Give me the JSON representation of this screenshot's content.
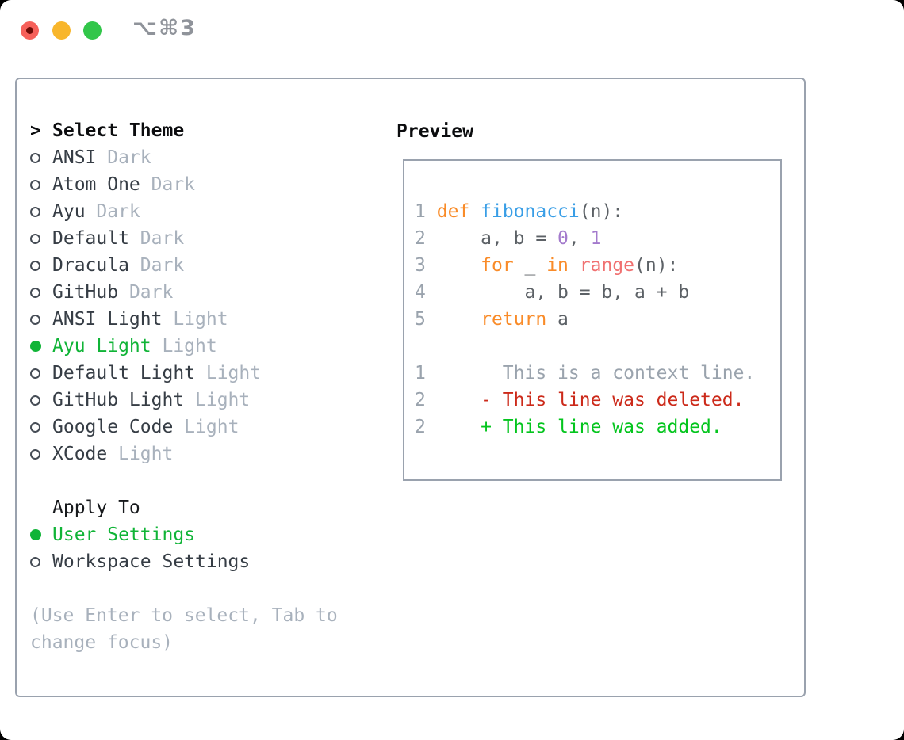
{
  "titlebar": {
    "shortcut": "⌥⌘3"
  },
  "theme_list": {
    "prompt": ">",
    "header": "Select Theme",
    "items": [
      {
        "name": "ANSI",
        "variant": "Dark",
        "selected": false
      },
      {
        "name": "Atom One",
        "variant": "Dark",
        "selected": false
      },
      {
        "name": "Ayu",
        "variant": "Dark",
        "selected": false
      },
      {
        "name": "Default",
        "variant": "Dark",
        "selected": false
      },
      {
        "name": "Dracula",
        "variant": "Dark",
        "selected": false
      },
      {
        "name": "GitHub",
        "variant": "Dark",
        "selected": false
      },
      {
        "name": "ANSI Light",
        "variant": "Light",
        "selected": false
      },
      {
        "name": "Ayu Light",
        "variant": "Light",
        "selected": true
      },
      {
        "name": "Default Light",
        "variant": "Light",
        "selected": false
      },
      {
        "name": "GitHub Light",
        "variant": "Light",
        "selected": false
      },
      {
        "name": "Google Code",
        "variant": "Light",
        "selected": false
      },
      {
        "name": "XCode",
        "variant": "Light",
        "selected": false
      }
    ]
  },
  "apply_to": {
    "header": "Apply To",
    "options": [
      {
        "label": "User Settings",
        "selected": true
      },
      {
        "label": "Workspace Settings",
        "selected": false
      }
    ]
  },
  "hint": "(Use Enter to select, Tab to change focus)",
  "preview": {
    "title": "Preview",
    "lines": [
      {
        "tokens": [
          [
            "ln",
            "1"
          ],
          [
            "fg",
            " "
          ],
          [
            "kw",
            "def"
          ],
          [
            "fg",
            " "
          ],
          [
            "fn",
            "fibonacci"
          ],
          [
            "fg",
            "(n):"
          ]
        ]
      },
      {
        "tokens": [
          [
            "ln",
            "2"
          ],
          [
            "fg",
            "     a, b = "
          ],
          [
            "num",
            "0"
          ],
          [
            "fg",
            ", "
          ],
          [
            "num",
            "1"
          ]
        ]
      },
      {
        "tokens": [
          [
            "ln",
            "3"
          ],
          [
            "fg",
            "     "
          ],
          [
            "kw",
            "for"
          ],
          [
            "fg",
            " _ "
          ],
          [
            "kw",
            "in"
          ],
          [
            "fg",
            " "
          ],
          [
            "call",
            "range"
          ],
          [
            "fg",
            "(n):"
          ]
        ]
      },
      {
        "tokens": [
          [
            "ln",
            "4"
          ],
          [
            "fg",
            "         a, b = b, a + b"
          ]
        ]
      },
      {
        "tokens": [
          [
            "ln",
            "5"
          ],
          [
            "fg",
            "     "
          ],
          [
            "kw",
            "return"
          ],
          [
            "fg",
            " a"
          ]
        ]
      },
      {
        "tokens": []
      },
      {
        "tokens": [
          [
            "ln",
            "1"
          ],
          [
            "ctx",
            "       This is a context line."
          ]
        ]
      },
      {
        "tokens": [
          [
            "ln",
            "2"
          ],
          [
            "del",
            "     - This line was deleted."
          ]
        ]
      },
      {
        "tokens": [
          [
            "ln",
            "2"
          ],
          [
            "add",
            "     + This line was added."
          ]
        ]
      }
    ]
  },
  "colors": {
    "selection_green": "#10b437",
    "keyword_orange": "#f98b28",
    "function_blue": "#399ee6",
    "number_purple": "#a37acc",
    "builtin_coral": "#f07171",
    "code_foreground": "#5c6166",
    "line_number_gray": "#9aa3ad",
    "deleted_red": "#cc2a1a",
    "added_green": "#04c51e",
    "muted_gray": "#a8b1bc",
    "panel_border": "#9aa2ae",
    "traffic_red": "#f6605a",
    "traffic_yellow": "#f8b62c",
    "traffic_green": "#32c64a"
  }
}
